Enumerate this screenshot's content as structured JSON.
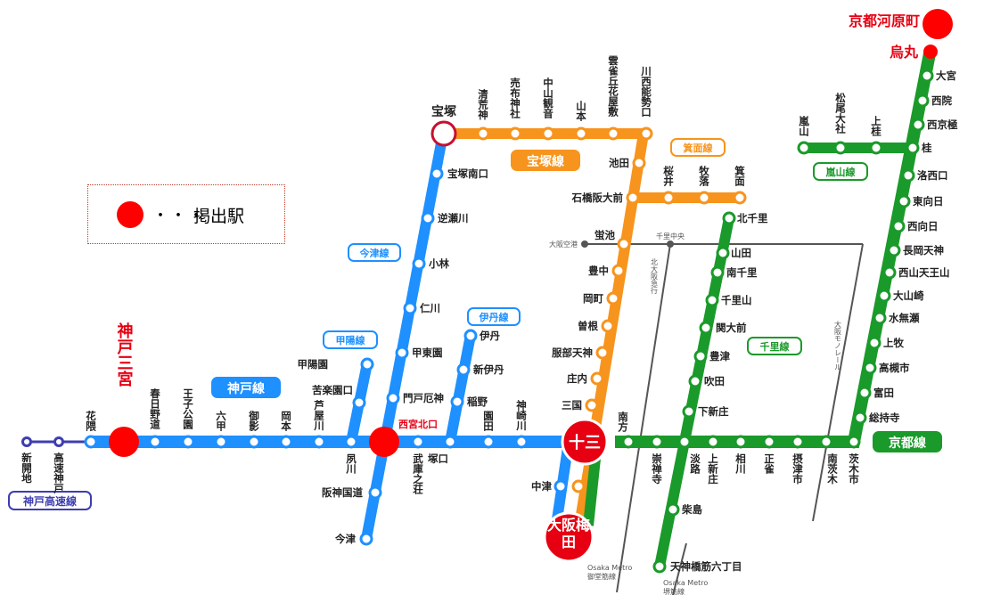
{
  "legend": {
    "symbol": "red-dot",
    "ellipsis": "・・・",
    "label": "掲出駅"
  },
  "colors": {
    "kobe_line": "#1e90ff",
    "takarazuka_line": "#f7941d",
    "kyoto_line": "#1a9a2a",
    "kobe_kosoku_line": "#3d3db0",
    "posting_station": "#ff0000",
    "other_lines": "#555555"
  },
  "line_labels": {
    "kobe": "神戸線",
    "kobe_kosoku": "神戸高速線",
    "koyo": "甲陽線",
    "imazu": "今津線",
    "itami": "伊丹線",
    "takarazuka": "宝塚線",
    "minoo": "箕面線",
    "senri": "千里線",
    "arashiyama": "嵐山線",
    "kyoto": "京都線"
  },
  "posting_stations": {
    "kobe_sannomiya": "神戸三宮",
    "nishinomiya_kitaguchi": "西宮北口",
    "juso": "十三",
    "osaka_umeda": "大阪梅田",
    "kyoto_kawaramachi": "京都河原町",
    "karasuma": "烏丸",
    "takarazuka": "宝塚"
  },
  "stations": {
    "kobe_kosoku": [
      "新開地",
      "高速神戸"
    ],
    "kobe": [
      "花隈",
      "春日野道",
      "王子公園",
      "六甲",
      "御影",
      "岡本",
      "芦屋川",
      "夙川",
      "武庫之荘",
      "塚口",
      "園田",
      "神崎川"
    ],
    "koyo": [
      "甲陽園",
      "苦楽園口"
    ],
    "imazu": [
      "宝塚南口",
      "逆瀬川",
      "小林",
      "仁川",
      "甲東園",
      "門戸厄神",
      "阪神国道",
      "今津"
    ],
    "itami": [
      "伊丹",
      "新伊丹",
      "稲野"
    ],
    "takarazuka": [
      "清荒神",
      "売布神社",
      "中山観音",
      "山本",
      "雲雀丘花屋敷",
      "川西能勢口",
      "池田",
      "石橋阪大前",
      "蛍池",
      "豊中",
      "岡町",
      "曽根",
      "服部天神",
      "庄内",
      "三国",
      "中津"
    ],
    "minoo": [
      "桜井",
      "牧落",
      "箕面"
    ],
    "senri": [
      "北千里",
      "山田",
      "南千里",
      "千里山",
      "関大前",
      "豊津",
      "吹田",
      "下新庄",
      "淡路",
      "柴島",
      "天神橋筋六丁目"
    ],
    "kyoto": [
      "南方",
      "崇禅寺",
      "淡路",
      "上新庄",
      "相川",
      "正雀",
      "摂津市",
      "南茨木",
      "茨木市",
      "総持寺",
      "富田",
      "高槻市",
      "上牧",
      "水無瀬",
      "大山崎",
      "西山天王山",
      "長岡天神",
      "西向日",
      "東向日",
      "洛西口",
      "桂",
      "西京極",
      "西院",
      "大宮"
    ],
    "arashiyama": [
      "嵐山",
      "松尾大社",
      "上桂"
    ]
  },
  "other_lines": {
    "monorail_airport": "大阪空港",
    "senri_chuo": "千里中央",
    "kita_osaka_kyuko": "北大阪急行",
    "osaka_monorail": "大阪モノレール",
    "metro_midosuji_1": "Osaka Metro",
    "metro_midosuji_2": "御堂筋線",
    "metro_sakaisuji_1": "Osaka Metro",
    "metro_sakaisuji_2": "堺筋線"
  }
}
